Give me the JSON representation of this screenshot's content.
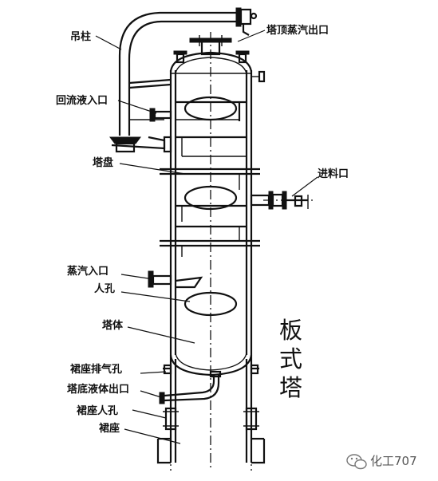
{
  "labels": {
    "hanging_post": "吊柱",
    "reflux_inlet": "回流液入口",
    "trays": "塔盘",
    "vapor_inlet": "蒸汽入口",
    "manhole": "人孔",
    "shell": "塔体",
    "skirt_vent": "裙座排气孔",
    "bottom_liquid_outlet": "塔底液体出口",
    "skirt_manhole": "裙座人孔",
    "skirt": "裙座",
    "top_vapor_outlet": "塔顶蒸汽出口",
    "feed_inlet": "进料口"
  },
  "title_vertical": [
    "板",
    "式",
    "塔"
  ],
  "watermark": "化工707",
  "watermark_icon": "wechat-icon"
}
